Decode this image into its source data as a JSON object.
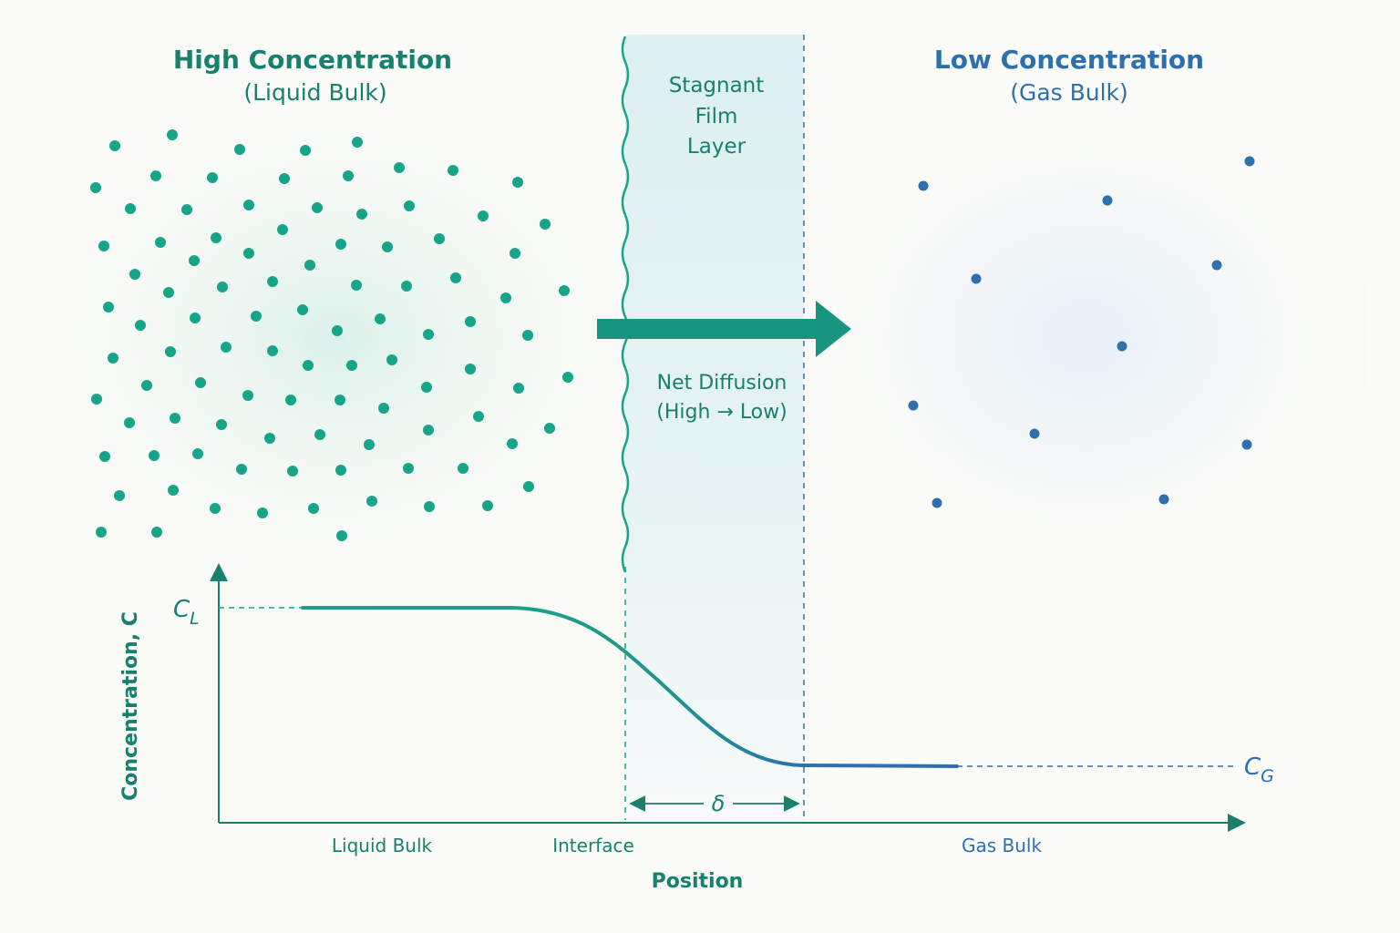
{
  "liquid": {
    "title": "High Concentration",
    "subtitle": "(Liquid Bulk)"
  },
  "gas": {
    "title": "Low Concentration",
    "subtitle": "(Gas Bulk)"
  },
  "film": {
    "line1": "Stagnant",
    "line2": "Film",
    "line3": "Layer"
  },
  "diffusion": {
    "line1": "Net Diffusion",
    "line2": "(High → Low)"
  },
  "graph": {
    "y_axis_title": "Concentration, C",
    "x_axis_title": "Position",
    "c_high_main": "C",
    "c_high_sub": "L",
    "c_low_main": "C",
    "c_low_sub": "G",
    "thickness_symbol": "δ",
    "x_labels": {
      "liquid": "Liquid Bulk",
      "interface": "Interface",
      "gas": "Gas Bulk"
    }
  },
  "colors": {
    "teal": "#17a58a",
    "teal_dark": "#17806f",
    "blue": "#2e6fae",
    "blue_dark": "#3a6ea5",
    "film_fill": "#dff0f2",
    "axis": "#1b7f6e"
  },
  "particles": {
    "liquid_count_label": "",
    "gas_count_label": ""
  }
}
